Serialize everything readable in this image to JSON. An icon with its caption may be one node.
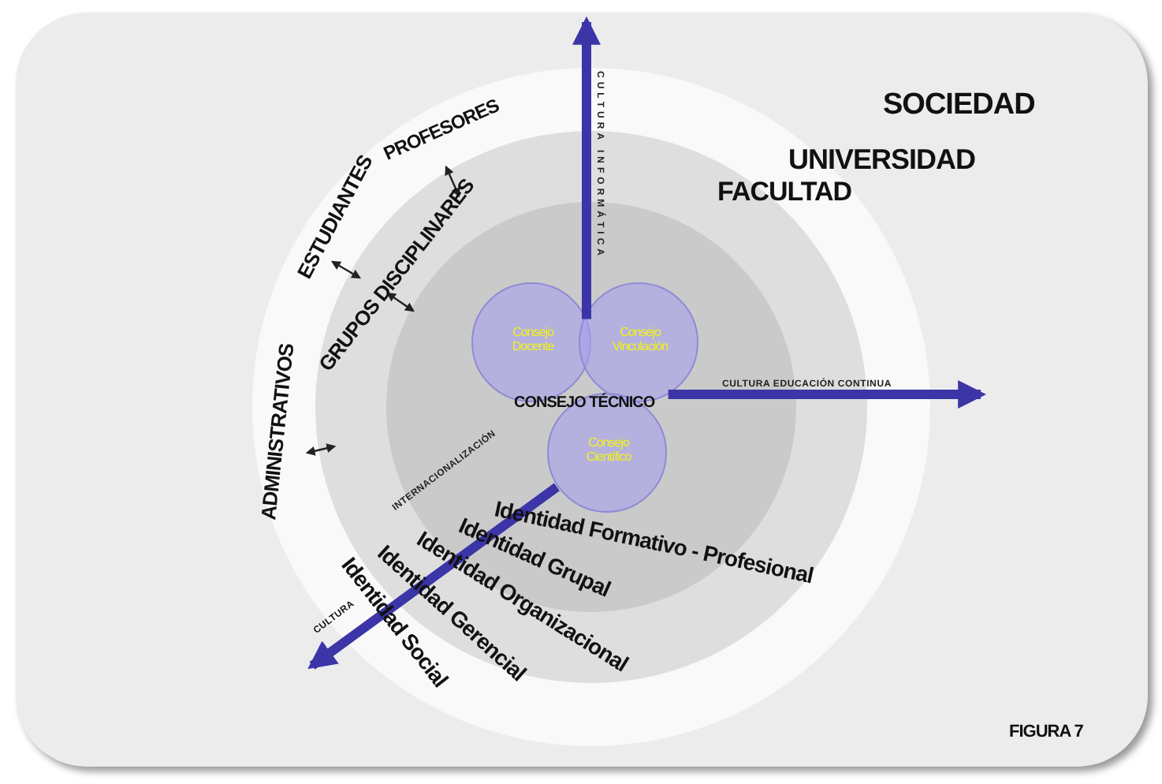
{
  "diagram": {
    "caption": "FIGURA 7",
    "nodes": [
      {
        "text": [
          "SOCIEDAD"
        ]
      },
      {
        "text": [
          "UNIVERSIDAD"
        ],
        "in": 0
      },
      {
        "text": [
          "FACULTAD"
        ],
        "in": 1
      },
      {
        "text": [],
        "shape": "circle",
        "in": 2
      },
      {
        "text": [
          "Consejo Docente"
        ],
        "in": 3
      },
      {
        "text": [
          "Consejo Vinculación"
        ],
        "in": 3
      },
      {
        "text": [
          "Consejo Científico"
        ],
        "in": 3
      },
      {
        "text": [
          "CONSEJO TÉCNICO"
        ],
        "in": 3
      },
      {
        "text": [
          "PROFESORES"
        ],
        "in": 1
      },
      {
        "text": [
          "ESTUDIANTES"
        ],
        "in": 1
      },
      {
        "text": [
          "ADMINISTRATIVOS"
        ],
        "in": 1
      },
      {
        "text": [
          "GRUPOS DISCIPLINARES"
        ],
        "in": 2
      }
    ],
    "edges": [
      {
        "from": 4,
        "to": null,
        "arrow": "to",
        "label": "CULTURA INFORMÁTICA",
        "style": "thick",
        "color": "#3b35a8"
      },
      {
        "from": 5,
        "to": null,
        "arrow": "to",
        "label": "CULTURA EDUCACIÓN CONTINUA",
        "style": "thick",
        "color": "#3b35a8"
      },
      {
        "from": 6,
        "to": null,
        "arrow": "to",
        "label": "INTERNACIONALIZACIÓN",
        "style": "thick",
        "color": "#3b35a8"
      },
      {
        "from": 8,
        "to": 11,
        "arrow": "both"
      },
      {
        "from": 9,
        "to": 11,
        "arrow": "both"
      },
      {
        "from": 11,
        "to": 3,
        "arrow": "both"
      },
      {
        "from": 10,
        "to": 2,
        "arrow": "both"
      }
    ],
    "labels": [
      "Identidad Formativo - Profesional",
      "Identidad Grupal",
      "Identidad Organizacional",
      "Identidad Gerencial",
      "Identidad Social",
      "CULTURA"
    ]
  }
}
